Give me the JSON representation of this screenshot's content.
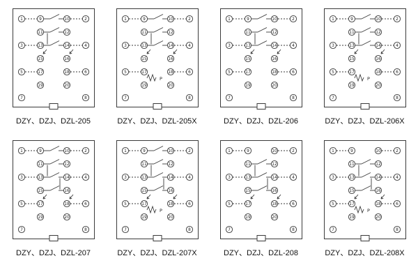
{
  "diagrams": [
    {
      "label": "DZY、DZJ、DZL-205",
      "contacts": [
        0,
        1,
        2
      ],
      "p": false
    },
    {
      "label": "DZY、DZJ、DZL-205X",
      "contacts": [
        0,
        1,
        2
      ],
      "p": true
    },
    {
      "label": "DZY、DZJ、DZL-206",
      "contacts": [
        0,
        1,
        2
      ],
      "p": false
    },
    {
      "label": "DZY、DZJ、DZL-206X",
      "contacts": [
        0,
        1,
        2
      ],
      "p": true
    },
    {
      "label": "DZY、DZJ、DZL-207",
      "contacts": [
        0,
        1,
        2,
        3
      ],
      "p": false
    },
    {
      "label": "DZY、DZJ、DZL-207X",
      "contacts": [
        0,
        1,
        2,
        3
      ],
      "p": true
    },
    {
      "label": "DZY、DZJ、DZL-208",
      "contacts": [
        1,
        2,
        3
      ],
      "p": false
    },
    {
      "label": "DZY、DZJ、DZL-208X",
      "contacts": [
        1,
        2,
        3
      ],
      "p": true
    }
  ],
  "terminals": {
    "outer_left": [
      "1",
      "3",
      "5",
      "7"
    ],
    "inner_left": [
      "9",
      "11",
      "13",
      "15",
      "17",
      "19"
    ],
    "inner_right": [
      "10",
      "12",
      "14",
      "16",
      "18",
      "20"
    ],
    "outer_right": [
      "2",
      "4",
      "6",
      "8"
    ]
  },
  "p_label": "P",
  "line_color": "#3a3a3a"
}
